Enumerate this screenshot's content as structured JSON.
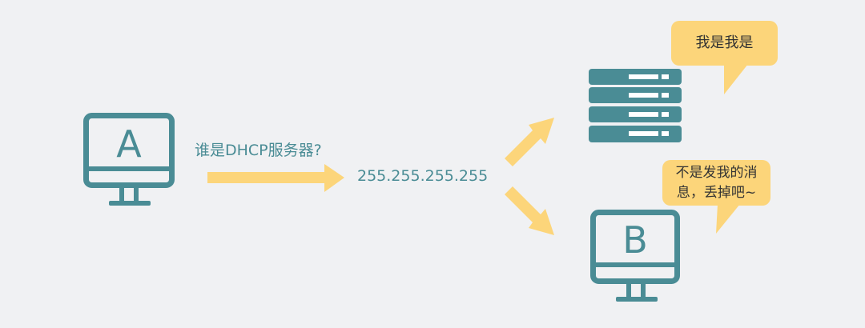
{
  "colors": {
    "background": "#f0f1f3",
    "device": "#4a8c95",
    "arrow": "#fcd57a",
    "bubble": "#fcd57a",
    "text": "#4a8c95",
    "bubble_text": "#333333"
  },
  "computer_a": {
    "letter": "A",
    "icon": "monitor-icon"
  },
  "computer_b": {
    "letter": "B",
    "icon": "monitor-icon"
  },
  "server": {
    "icon": "server-icon"
  },
  "broadcast": {
    "question": "谁是DHCP服务器?",
    "address": "255.255.255.255"
  },
  "server_bubble": {
    "text": "我是我是"
  },
  "b_bubble": {
    "line1": "不是发我的消",
    "line2": "息，丢掉吧~"
  }
}
